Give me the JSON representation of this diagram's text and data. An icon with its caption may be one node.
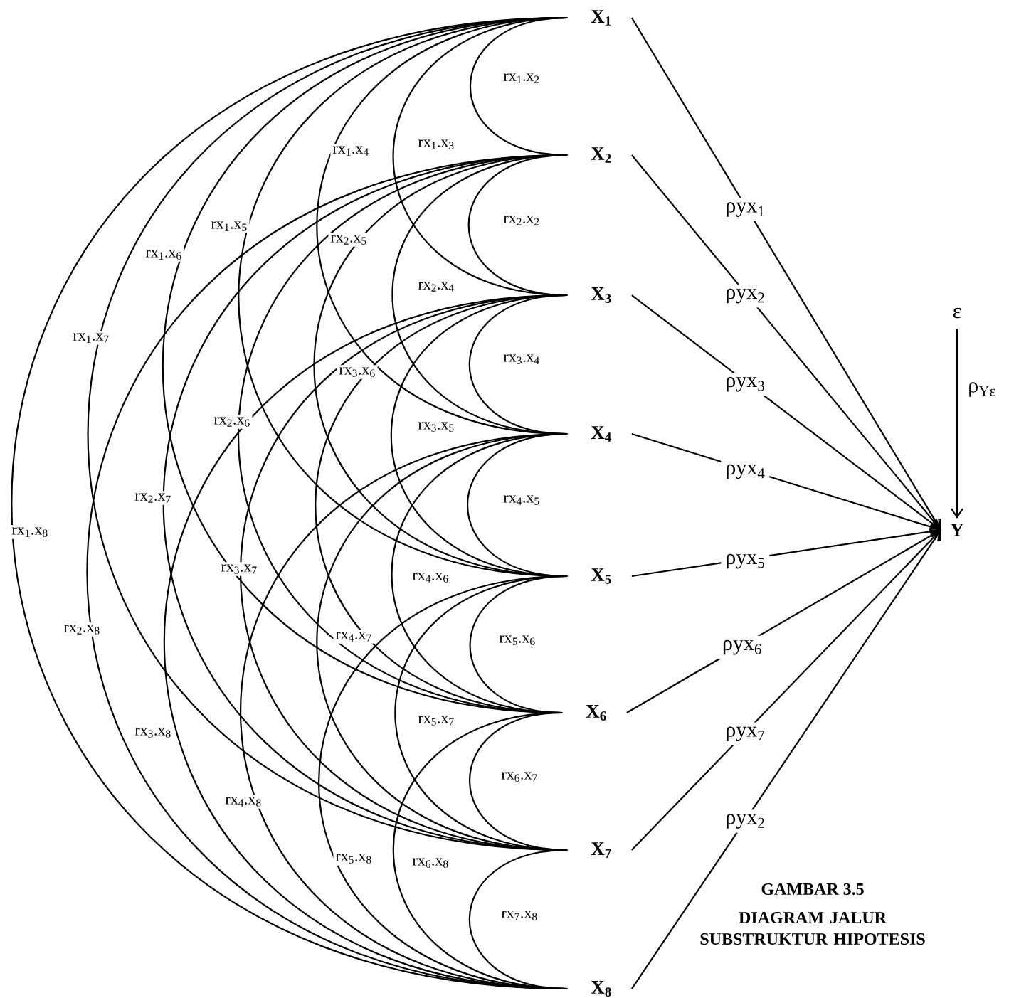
{
  "diagram": {
    "title": "GAMBAR 3.5",
    "caption": "DIAGRAM JALUR SUBSTRUKTUR HIPOTESIS",
    "nodes": [
      {
        "text": [
          "X$_{1}$"
        ]
      },
      {
        "text": [
          "X$_{2}$"
        ]
      },
      {
        "text": [
          "X$_{3}$"
        ]
      },
      {
        "text": [
          "X$_{4}$"
        ]
      },
      {
        "text": [
          "X$_{5}$"
        ]
      },
      {
        "text": [
          "X$_{6}$"
        ]
      },
      {
        "text": [
          "X$_{7}$"
        ]
      },
      {
        "text": [
          "X$_{8}$"
        ]
      },
      {
        "text": [
          "Y"
        ]
      },
      {
        "text": [
          "ε"
        ]
      }
    ],
    "edges": [
      {
        "from": 0,
        "to": 8,
        "arrow": "to",
        "label": "ρyx$_{1}$"
      },
      {
        "from": 1,
        "to": 8,
        "arrow": "to",
        "label": "ρyx$_{2}$"
      },
      {
        "from": 2,
        "to": 8,
        "arrow": "to",
        "label": "ρyx$_{3}$"
      },
      {
        "from": 3,
        "to": 8,
        "arrow": "to",
        "label": "ρyx$_{4}$"
      },
      {
        "from": 4,
        "to": 8,
        "arrow": "to",
        "label": "ρyx$_{5}$"
      },
      {
        "from": 5,
        "to": 8,
        "arrow": "to",
        "label": "ρyx$_{6}$"
      },
      {
        "from": 6,
        "to": 8,
        "arrow": "to",
        "label": "ρyx$_{7}$"
      },
      {
        "from": 7,
        "to": 8,
        "arrow": "to",
        "label": "ρyx$_{2}$"
      },
      {
        "from": 9,
        "to": 8,
        "arrow": "to",
        "label": "ρ$_{Yε}$"
      },
      {
        "from": 0,
        "to": 1,
        "arrow": "none",
        "label": "rx$_{1}$.x$_{2}$"
      },
      {
        "from": 0,
        "to": 2,
        "arrow": "none",
        "label": "rx$_{1}$.x$_{3}$"
      },
      {
        "from": 0,
        "to": 3,
        "arrow": "none",
        "label": "rx$_{1}$.x$_{4}$"
      },
      {
        "from": 0,
        "to": 4,
        "arrow": "none",
        "label": "rx$_{1}$.x$_{5}$"
      },
      {
        "from": 0,
        "to": 5,
        "arrow": "none",
        "label": "rx$_{1}$.x$_{6}$"
      },
      {
        "from": 0,
        "to": 6,
        "arrow": "none",
        "label": "rx$_{1}$.x$_{7}$"
      },
      {
        "from": 0,
        "to": 7,
        "arrow": "none",
        "label": "rx$_{1}$.x$_{8}$"
      },
      {
        "from": 1,
        "to": 2,
        "arrow": "none",
        "label": "rx$_{2}$.x$_{2}$"
      },
      {
        "from": 1,
        "to": 3,
        "arrow": "none",
        "label": "rx$_{2}$.x$_{4}$"
      },
      {
        "from": 1,
        "to": 4,
        "arrow": "none",
        "label": "rx$_{2}$.x$_{5}$"
      },
      {
        "from": 1,
        "to": 5,
        "arrow": "none",
        "label": "rx$_{2}$.x$_{6}$"
      },
      {
        "from": 1,
        "to": 6,
        "arrow": "none",
        "label": "rx$_{2}$.x$_{7}$"
      },
      {
        "from": 1,
        "to": 7,
        "arrow": "none",
        "label": "rx$_{2}$.x$_{8}$"
      },
      {
        "from": 2,
        "to": 3,
        "arrow": "none",
        "label": "rx$_{3}$.x$_{4}$"
      },
      {
        "from": 2,
        "to": 4,
        "arrow": "none",
        "label": "rx$_{3}$.x$_{5}$"
      },
      {
        "from": 2,
        "to": 5,
        "arrow": "none",
        "label": "rx$_{3}$.x$_{6}$"
      },
      {
        "from": 2,
        "to": 6,
        "arrow": "none",
        "label": "rx$_{3}$.x$_{7}$"
      },
      {
        "from": 2,
        "to": 7,
        "arrow": "none",
        "label": "rx$_{3}$.x$_{8}$"
      },
      {
        "from": 3,
        "to": 4,
        "arrow": "none",
        "label": "rx$_{4}$.x$_{5}$"
      },
      {
        "from": 3,
        "to": 5,
        "arrow": "none",
        "label": "rx$_{4}$.x$_{6}$"
      },
      {
        "from": 3,
        "to": 6,
        "arrow": "none",
        "label": "rx$_{4}$.x$_{7}$"
      },
      {
        "from": 3,
        "to": 7,
        "arrow": "none",
        "label": "rx$_{4}$.x$_{8}$"
      },
      {
        "from": 4,
        "to": 5,
        "arrow": "none",
        "label": "rx$_{5}$.x$_{6}$"
      },
      {
        "from": 4,
        "to": 6,
        "arrow": "none",
        "label": "rx$_{5}$.x$_{7}$"
      },
      {
        "from": 4,
        "to": 7,
        "arrow": "none",
        "label": "rx$_{5}$.x$_{8}$"
      },
      {
        "from": 5,
        "to": 6,
        "arrow": "none",
        "label": "rx$_{6}$.x$_{7}$"
      },
      {
        "from": 5,
        "to": 7,
        "arrow": "none",
        "label": "rx$_{6}$.x$_{8}$"
      },
      {
        "from": 6,
        "to": 7,
        "arrow": "none",
        "label": "rx$_{7}$.x$_{8}$"
      }
    ]
  }
}
